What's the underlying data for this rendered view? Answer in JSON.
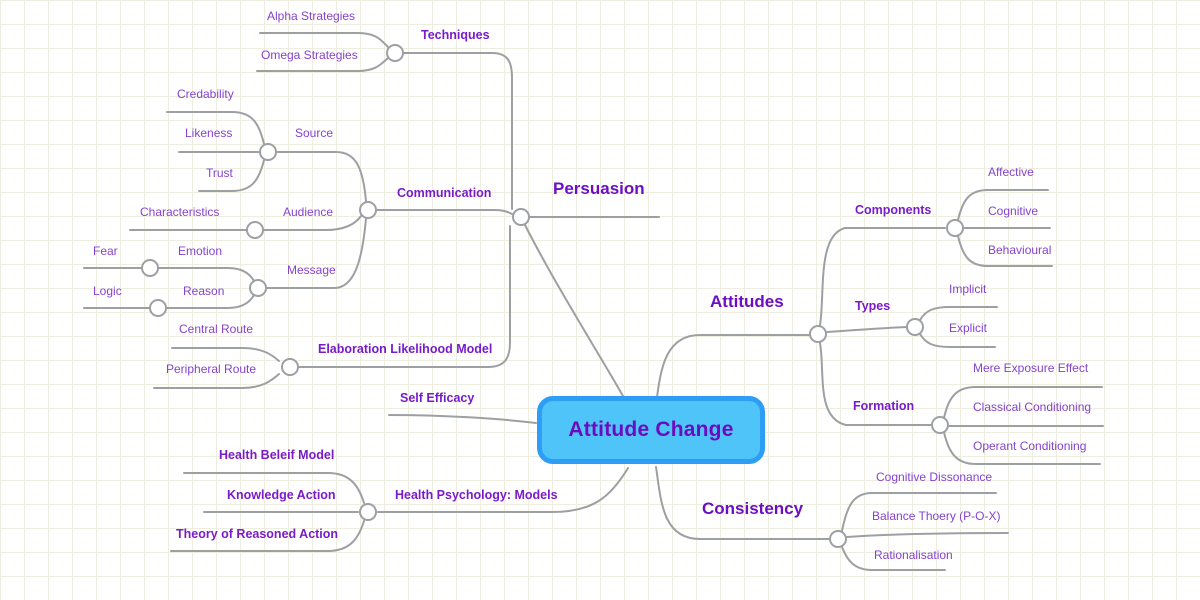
{
  "app": {
    "type": "mind-map"
  },
  "nodes": {
    "attitude_change": "Attitude Change",
    "persuasion": "Persuasion",
    "techniques": "Techniques",
    "alpha_strategies": "Alpha Strategies",
    "omega_strategies": "Omega Strategies",
    "communication": "Communication",
    "source": "Source",
    "credability": "Credability",
    "likeness": "Likeness",
    "trust": "Trust",
    "audience": "Audience",
    "characteristics": "Characteristics",
    "message": "Message",
    "emotion": "Emotion",
    "fear": "Fear",
    "reason": "Reason",
    "logic": "Logic",
    "elaboration_likelihood_model": "Elaboration Likelihood Model",
    "central_route": "Central Route",
    "peripheral_route": "Peripheral Route",
    "self_efficacy": "Self Efficacy",
    "health_psychology_models": "Health Psychology: Models",
    "health_beleif_model": "Health Beleif Model",
    "knowledge_action": "Knowledge Action",
    "theory_of_reasoned_action": "Theory of Reasoned Action",
    "attitudes": "Attitudes",
    "components": "Components",
    "affective": "Affective",
    "cognitive": "Cognitive",
    "behavioural": "Behavioural",
    "types": "Types",
    "implicit": "Implicit",
    "explicit": "Explicit",
    "formation": "Formation",
    "mere_exposure_effect": "Mere Exposure Effect",
    "classical_conditioning": "Classical Conditioning",
    "operant_conditioning": "Operant Conditioning",
    "consistency": "Consistency",
    "cognitive_dissonance": "Cognitive Dissonance",
    "balance_thoery_pox": "Balance Thoery (P-O-X)",
    "rationalisation": "Rationalisation"
  },
  "hierarchy": {
    "root": "attitude_change",
    "branches": [
      {
        "node": "persuasion",
        "side": "left",
        "children": [
          {
            "node": "techniques",
            "children": [
              "alpha_strategies",
              "omega_strategies"
            ]
          },
          {
            "node": "communication",
            "children": [
              {
                "node": "source",
                "children": [
                  "credability",
                  "likeness",
                  "trust"
                ]
              },
              {
                "node": "audience",
                "children": [
                  "characteristics"
                ]
              },
              {
                "node": "message",
                "children": [
                  {
                    "node": "emotion",
                    "children": [
                      "fear"
                    ]
                  },
                  {
                    "node": "reason",
                    "children": [
                      "logic"
                    ]
                  }
                ]
              }
            ]
          },
          {
            "node": "elaboration_likelihood_model",
            "children": [
              "central_route",
              "peripheral_route"
            ]
          }
        ]
      },
      {
        "node": "self_efficacy",
        "side": "left",
        "children": []
      },
      {
        "node": "health_psychology_models",
        "side": "left",
        "children": [
          "health_beleif_model",
          "knowledge_action",
          "theory_of_reasoned_action"
        ]
      },
      {
        "node": "attitudes",
        "side": "right",
        "children": [
          {
            "node": "components",
            "children": [
              "affective",
              "cognitive",
              "behavioural"
            ]
          },
          {
            "node": "types",
            "children": [
              "implicit",
              "explicit"
            ]
          },
          {
            "node": "formation",
            "children": [
              "mere_exposure_effect",
              "classical_conditioning",
              "operant_conditioning"
            ]
          }
        ]
      },
      {
        "node": "consistency",
        "side": "right",
        "children": [
          "cognitive_dissonance",
          "balance_thoery_pox",
          "rationalisation"
        ]
      }
    ]
  },
  "colors": {
    "root_fill": "#4fc4f9",
    "root_border": "#2e9df5",
    "text_regular": "#8642cd",
    "text_bold": "#7a1bc9",
    "text_heading": "#6d0ec2",
    "connector": "#9da0a3",
    "grid_line": "#edeee0",
    "background": "#ffffff"
  }
}
